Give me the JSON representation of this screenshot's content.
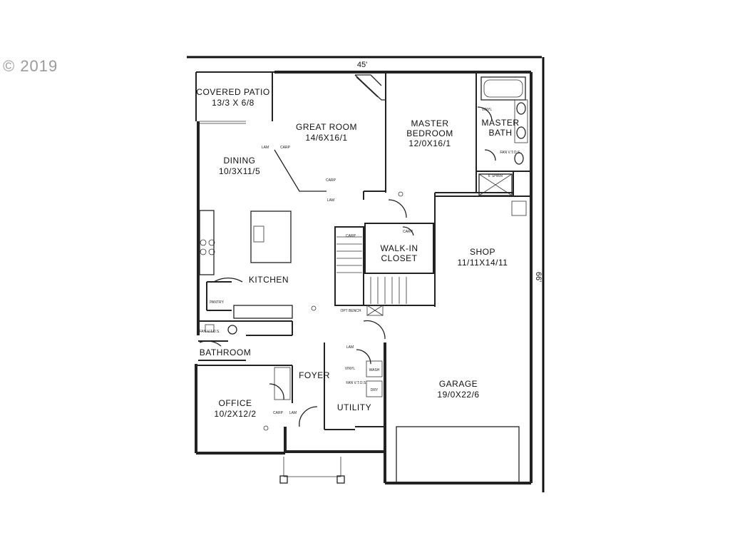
{
  "copyright": "© 2019",
  "dimensions": {
    "width": "45'",
    "depth": "66'"
  },
  "rooms": {
    "covered_patio": {
      "name": "COVERED PATIO",
      "size": "13/3 X 6/8"
    },
    "great_room": {
      "name": "GREAT ROOM",
      "size": "14/6X16/1"
    },
    "master_bedroom": {
      "name_line1": "MASTER",
      "name_line2": "BEDROOM",
      "size": "12/0X16/1"
    },
    "master_bath": {
      "name_line1": "MASTER",
      "name_line2": "BATH"
    },
    "dining": {
      "name": "DINING",
      "size": "10/3X11/5"
    },
    "kitchen": {
      "name": "KITCHEN"
    },
    "walk_in_closet": {
      "name_line1": "WALK-IN",
      "name_line2": "CLOSET"
    },
    "shop": {
      "name": "SHOP",
      "size": "11/11X14/11"
    },
    "bathroom": {
      "name": "BATHROOM"
    },
    "foyer": {
      "name": "FOYER"
    },
    "office": {
      "name": "OFFICE",
      "size": "10/2X12/2"
    },
    "utility": {
      "name": "UTILITY"
    },
    "garage": {
      "name": "GARAGE",
      "size": "19/0X22/6"
    }
  },
  "annotations": {
    "lam": "LAM",
    "carp": "CARP",
    "vinyl": "VINYL",
    "fan_vtos": "FAN V.T.O.S.",
    "pantry": "PANTRY",
    "opt_bench": "OPT BENCH",
    "shower": "6' SHWR",
    "wash": "WASH",
    "dry": "DRY"
  }
}
